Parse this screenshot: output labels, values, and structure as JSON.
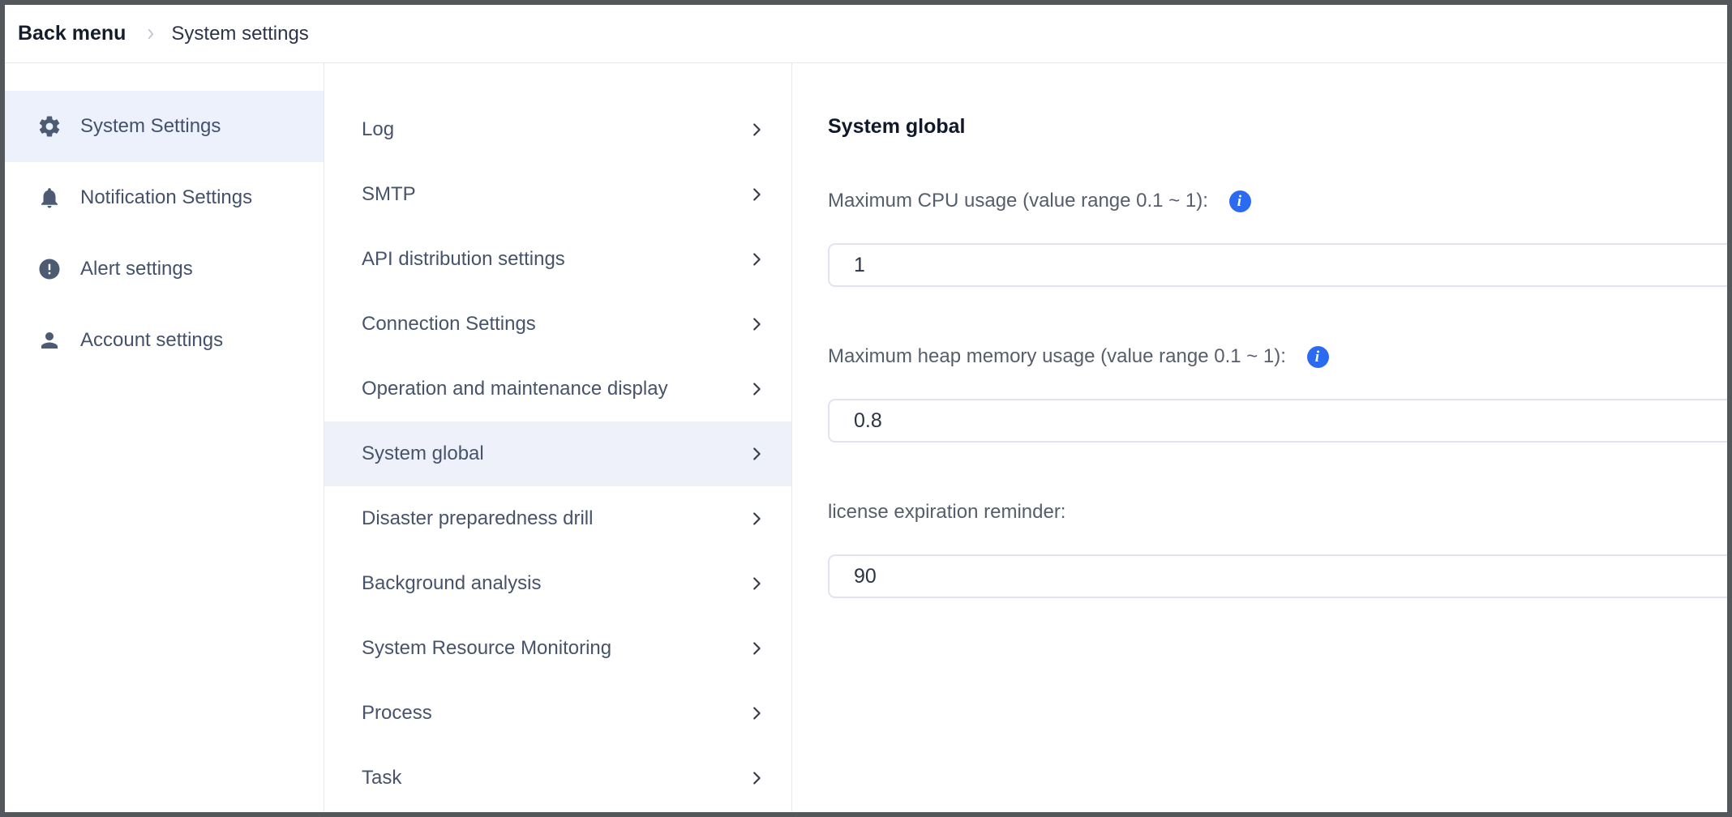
{
  "breadcrumb": {
    "back_label": "Back menu",
    "separator_icon": "chevron-right-icon",
    "current_label": "System settings"
  },
  "sidebar": {
    "items": [
      {
        "label": "System Settings",
        "icon": "gear-icon",
        "active": true
      },
      {
        "label": "Notification Settings",
        "icon": "bell-icon",
        "active": false
      },
      {
        "label": "Alert settings",
        "icon": "alert-circle-icon",
        "active": false
      },
      {
        "label": "Account settings",
        "icon": "person-icon",
        "active": false
      }
    ]
  },
  "submenu": {
    "items": [
      {
        "label": "Log"
      },
      {
        "label": "SMTP"
      },
      {
        "label": "API distribution settings"
      },
      {
        "label": "Connection Settings"
      },
      {
        "label": "Operation and maintenance display"
      },
      {
        "label": "System global",
        "active": true
      },
      {
        "label": "Disaster preparedness drill"
      },
      {
        "label": "Background analysis"
      },
      {
        "label": "System Resource Monitoring"
      },
      {
        "label": "Process"
      },
      {
        "label": "Task"
      }
    ],
    "item_icon": "chevron-right-icon"
  },
  "content": {
    "title": "System global",
    "fields": [
      {
        "label": "Maximum CPU usage (value range 0.1 ~ 1):",
        "value": "1",
        "info_icon": "info-icon"
      },
      {
        "label": "Maximum heap memory usage (value range 0.1 ~ 1):",
        "value": "0.8",
        "info_icon": "info-icon"
      },
      {
        "label": "license expiration reminder:",
        "value": "90"
      }
    ]
  },
  "colors": {
    "accent_info_blue": "#2b6bf2",
    "active_item_bg": "#eef1fa",
    "sidebar_active_bg": "#edf1fb",
    "icon_slate": "#4c5b72",
    "text_dark": "#151d2b",
    "label_gray": "#565e6b",
    "divider": "#e6e8ec",
    "frame_border": "#54575c"
  }
}
